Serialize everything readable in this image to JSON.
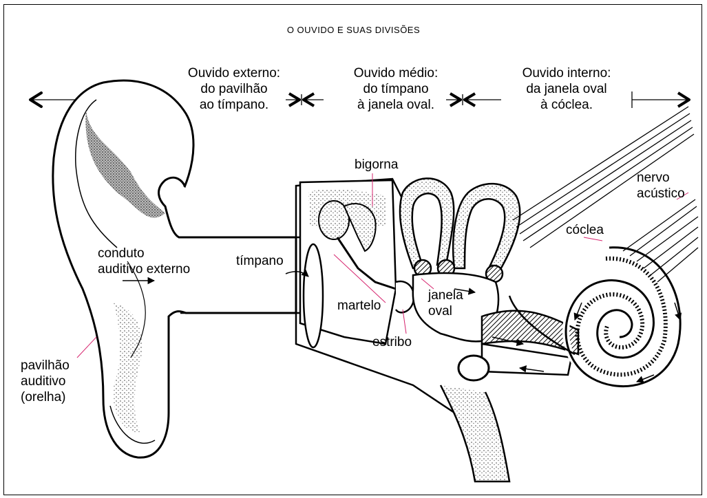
{
  "title": "O OUVIDO E SUAS DIVISÕES",
  "sections": {
    "external": [
      "Ouvido externo:",
      "do pavilhão",
      "ao tímpano."
    ],
    "middle": [
      "Ouvido médio:",
      "do tímpano",
      "à janela oval."
    ],
    "inner": [
      "Ouvido interno:",
      "da janela oval",
      "à cóclea."
    ]
  },
  "labels": {
    "conduto": [
      "conduto",
      "auditivo externo"
    ],
    "pavilhao": [
      "pavilhão",
      "auditivo",
      "(orelha)"
    ],
    "timpano": "tímpano",
    "bigorna": "bigorna",
    "martelo": "martelo",
    "estribo": "estribo",
    "janela_oval": [
      "janela",
      "oval"
    ],
    "nervo": [
      "nervo",
      "acústico"
    ],
    "coclea": "cóclea"
  },
  "colors": {
    "ink": "#000000",
    "leader": "#d6246e"
  }
}
